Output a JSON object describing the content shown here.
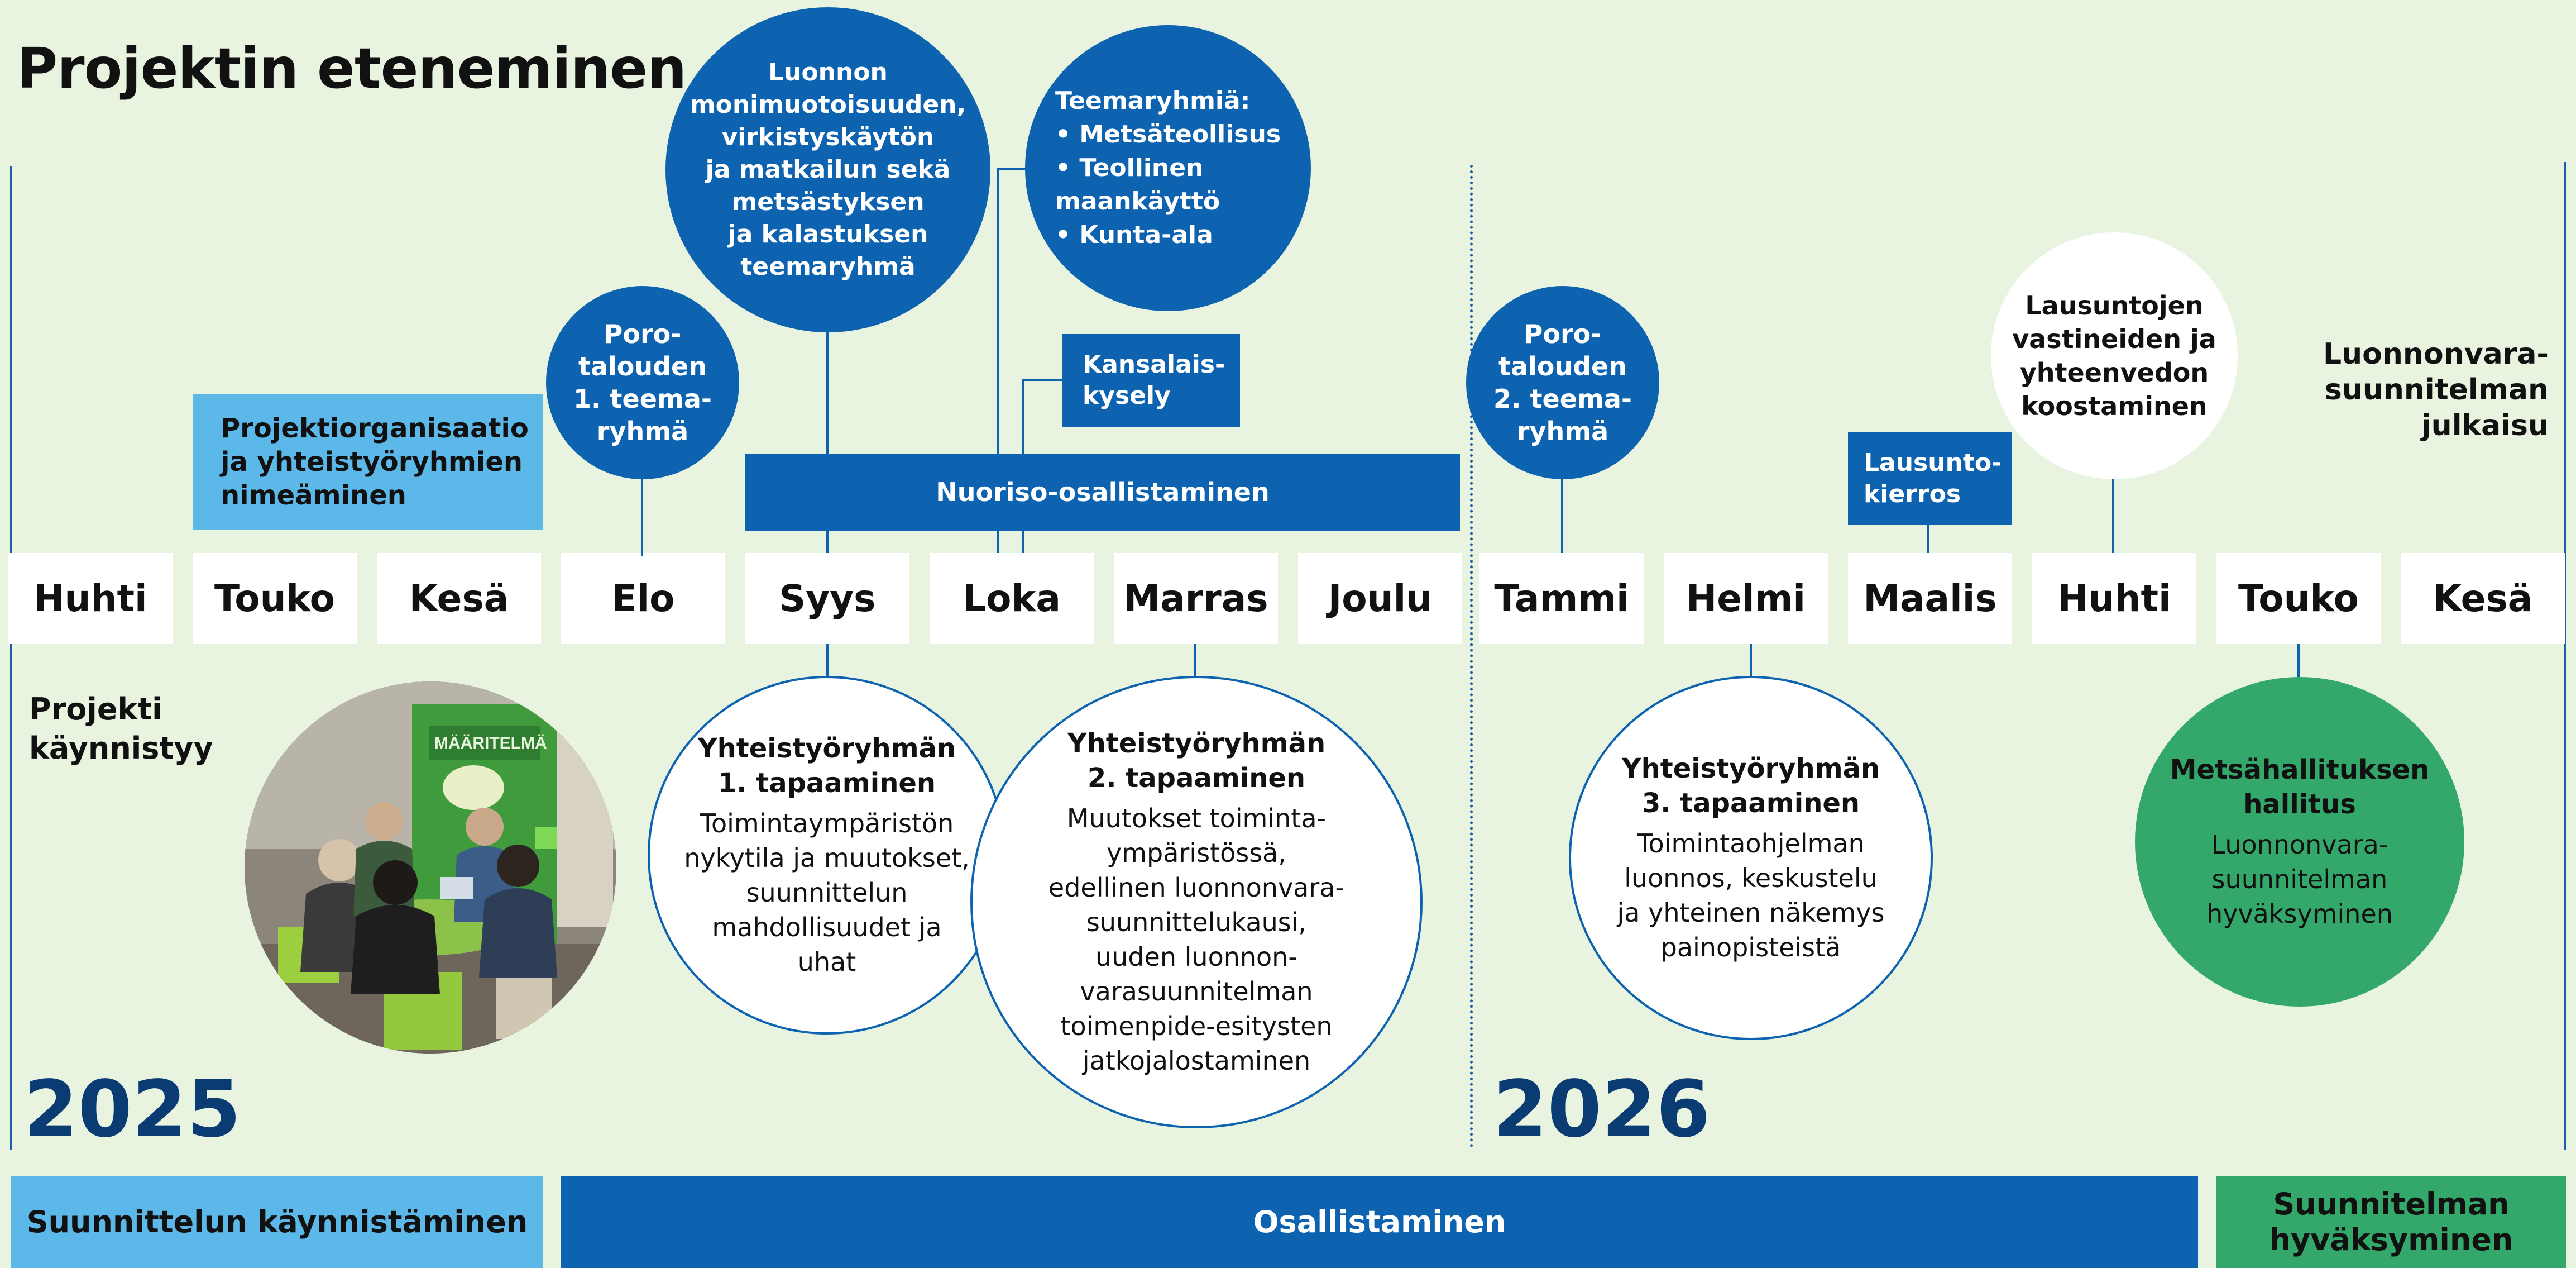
{
  "title": "Projektin eteneminen",
  "months": [
    "Huhti",
    "Touko",
    "Kesä",
    "Elo",
    "Syys",
    "Loka",
    "Marras",
    "Joulu",
    "Tammi",
    "Helmi",
    "Maalis",
    "Huhti",
    "Touko",
    "Kesä"
  ],
  "years": {
    "y2025": "2025",
    "y2026": "2026"
  },
  "above": {
    "projektiorganisaatio": "Projektiorganisaatio\nja yhteistyöryhmien\nnimeäminen",
    "poro1": "Poro-\ntalouden\n1. teema-\nryhmä",
    "luonnon": "Luonnon\nmonimuotoisuuden,\nvirkistyskäytön\nja matkailun sekä\nmetsästyksen\nja kalastuksen\nteemaryhmä",
    "teemaryhmia": "Teemaryhmiä:\n• Metsäteollisus\n• Teollinen\n  maankäyttö\n• Kunta-ala",
    "kansalaiskysely": "Kansalais-\nkysely",
    "nuoriso": "Nuoriso-osallistaminen",
    "poro2": "Poro-\ntalouden\n2. teema-\nryhmä",
    "lausuntokierros": "Lausunto-\nkierros",
    "lausuntojen": "Lausuntojen\nvastineiden ja\nyhteenvedon\nkoostaminen",
    "julkaisu": "Luonnonvara-\nsuunnitelman\njulkaisu"
  },
  "below": {
    "projekti_kaynnistyy": "Projekti\nkäynnistyy",
    "meeting1": {
      "title": "Yhteistyöryhmän\n1. tapaaminen",
      "body": "Toimintaympäristön\nnykytila ja muutokset,\nsuunnittelun\nmahdollisuudet ja\nuhat"
    },
    "meeting2": {
      "title": "Yhteistyöryhmän\n2. tapaaminen",
      "body": "Muutokset toiminta-\nympäristössä,\nedellinen luonnonvara-\nsuunnittelukausi,\nuuden luonnon-\nvarasuunnitelman\ntoimenpide-esitysten\njatkojalostaminen"
    },
    "meeting3": {
      "title": "Yhteistyöryhmän\n3. tapaaminen",
      "body": "Toimintaohjelman\nluonnos, keskustelu\nja yhteinen näkemys\npainopisteistä"
    },
    "hallitus": {
      "title": "Metsähallituksen\nhallitus",
      "body": "Luonnonvara-\nsuunnitelman\nhyväksyminen"
    }
  },
  "phases": {
    "kaynnistaminen": "Suunnittelun käynnistäminen",
    "osallistaminen": "Osallistaminen",
    "hyvaksyminen": "Suunnitelman\nhyväksyminen"
  },
  "colors": {
    "background": "#e9f4e0",
    "blue": "#0d63b0",
    "lightblue": "#5cb8e8",
    "green": "#34a86a",
    "navy": "#0b3b73"
  },
  "icons": {
    "photo": "people-meeting-photo"
  }
}
